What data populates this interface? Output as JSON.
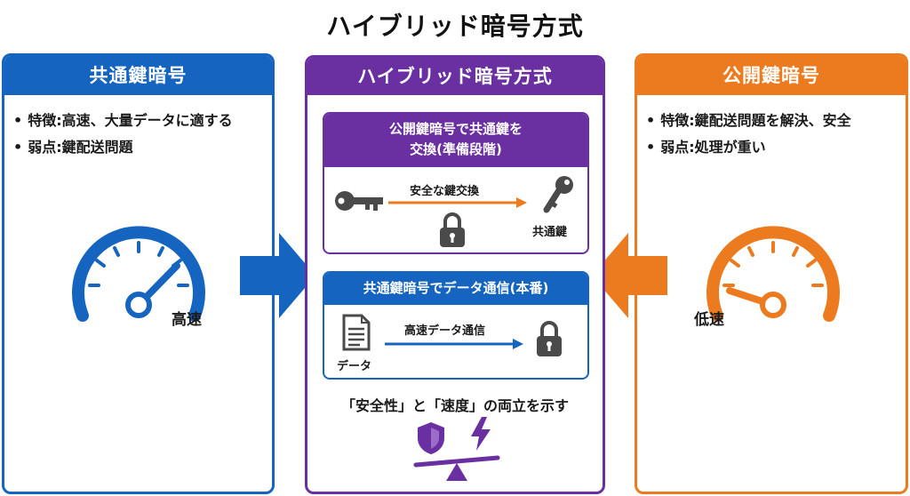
{
  "title": "ハイブリッド暗号方式",
  "left": {
    "heading": "共通鍵暗号",
    "bullets": [
      "特徴:高速、大量データに適する",
      "弱点:鍵配送問題"
    ],
    "gauge_label": "高速",
    "gauge_level": 0.8,
    "color": "#1565c0"
  },
  "right": {
    "heading": "公開鍵暗号",
    "bullets": [
      "特徴:鍵配送問題を解決、安全",
      "弱点:処理が重い"
    ],
    "gauge_label": "低速",
    "gauge_level": 0.15,
    "color": "#ec7a1e"
  },
  "center": {
    "heading": "ハイブリッド暗号方式",
    "color": "#6a2fa0",
    "step1": {
      "heading_lines": [
        "公開鍵暗号で共通鍵を",
        "交換(準備段階)"
      ],
      "arrow_label": "安全な鍵交換",
      "key_label": "共通鍵",
      "icons": [
        "key-icon",
        "lock-icon",
        "key-icon"
      ]
    },
    "step2": {
      "heading": "共通鍵暗号でデータ通信(本番)",
      "arrow_label": "高速データ通信",
      "doc_label": "データ",
      "icons": [
        "document-icon",
        "lock-icon"
      ]
    },
    "balance": {
      "text": "「安全性」と「速度」の両立を示す",
      "icons": [
        "shield-icon",
        "lightning-icon",
        "balance-icon"
      ]
    }
  }
}
